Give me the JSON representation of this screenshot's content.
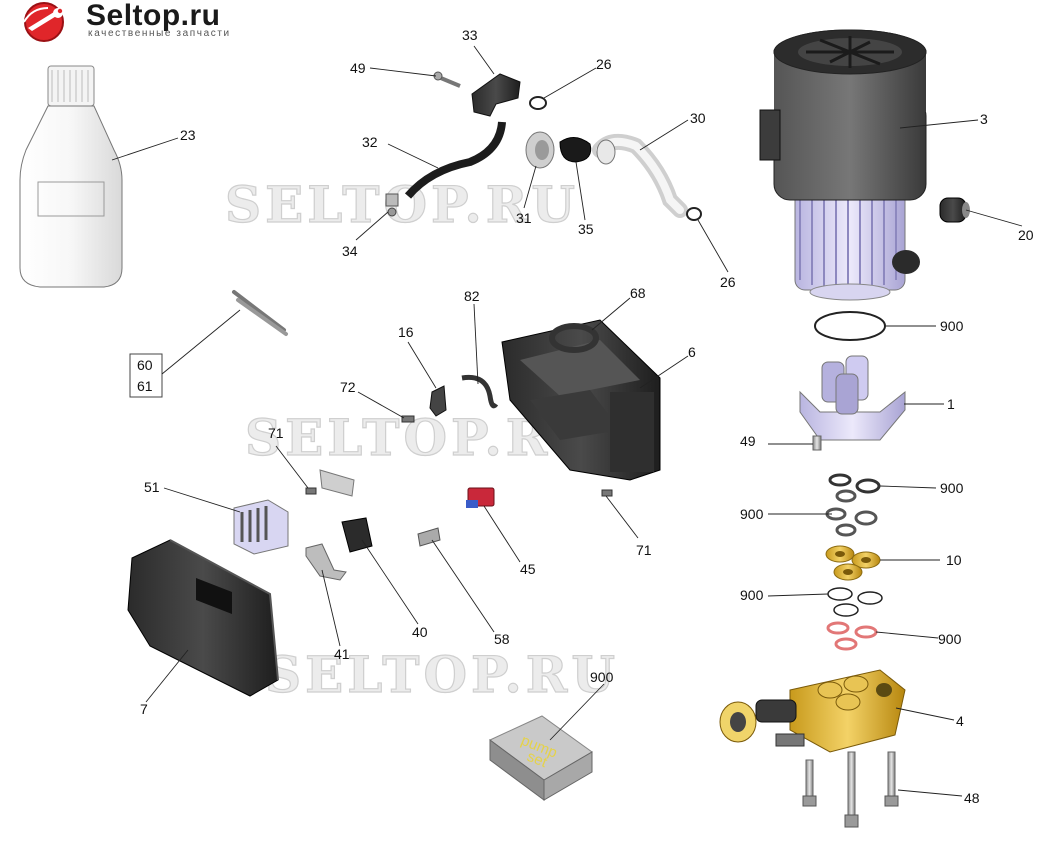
{
  "brand": {
    "name": "Seltop.ru",
    "tagline": "качественные запчасти"
  },
  "watermark": "SELTOP.RU",
  "pump_set_label": [
    "pump",
    "set"
  ],
  "callouts": [
    {
      "id": "c23",
      "label": "23"
    },
    {
      "id": "c33",
      "label": "33"
    },
    {
      "id": "c49a",
      "label": "49"
    },
    {
      "id": "c26a",
      "label": "26"
    },
    {
      "id": "c30",
      "label": "30"
    },
    {
      "id": "c3",
      "label": "3"
    },
    {
      "id": "c32",
      "label": "32"
    },
    {
      "id": "c31",
      "label": "31"
    },
    {
      "id": "c35",
      "label": "35"
    },
    {
      "id": "c34",
      "label": "34"
    },
    {
      "id": "c26b",
      "label": "26"
    },
    {
      "id": "c20",
      "label": "20"
    },
    {
      "id": "c82",
      "label": "82"
    },
    {
      "id": "c68",
      "label": "68"
    },
    {
      "id": "c900a",
      "label": "900"
    },
    {
      "id": "c6",
      "label": "6"
    },
    {
      "id": "c16",
      "label": "16"
    },
    {
      "id": "c60",
      "label": "60"
    },
    {
      "id": "c61",
      "label": "61"
    },
    {
      "id": "c72",
      "label": "72"
    },
    {
      "id": "c1",
      "label": "1"
    },
    {
      "id": "c71a",
      "label": "71"
    },
    {
      "id": "c49b",
      "label": "49"
    },
    {
      "id": "c51",
      "label": "51"
    },
    {
      "id": "c900b",
      "label": "900"
    },
    {
      "id": "c900c",
      "label": "900"
    },
    {
      "id": "c71b",
      "label": "71"
    },
    {
      "id": "c45",
      "label": "45"
    },
    {
      "id": "c10",
      "label": "10"
    },
    {
      "id": "c900d",
      "label": "900"
    },
    {
      "id": "c40",
      "label": "40"
    },
    {
      "id": "c58",
      "label": "58"
    },
    {
      "id": "c900e",
      "label": "900"
    },
    {
      "id": "c41",
      "label": "41"
    },
    {
      "id": "c900f",
      "label": "900"
    },
    {
      "id": "c7",
      "label": "7"
    },
    {
      "id": "c4",
      "label": "4"
    },
    {
      "id": "c48",
      "label": "48"
    }
  ]
}
